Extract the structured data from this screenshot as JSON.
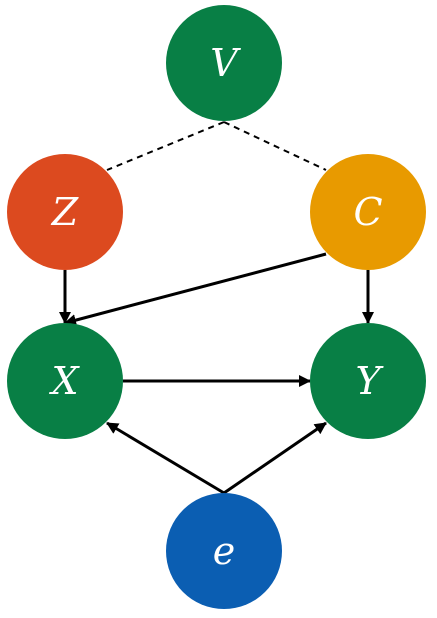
{
  "nodes": {
    "v": {
      "label": "V",
      "color": "#087f45"
    },
    "z": {
      "label": "Z",
      "color": "#dc4a1f"
    },
    "c": {
      "label": "C",
      "color": "#e89a00"
    },
    "x": {
      "label": "X",
      "color": "#087f45"
    },
    "y": {
      "label": "Y",
      "color": "#087f45"
    },
    "e": {
      "label": "e",
      "color": "#0b5eb2"
    }
  },
  "edges": [
    {
      "from": "v",
      "to": "z",
      "style": "dashed",
      "arrow": false
    },
    {
      "from": "v",
      "to": "c",
      "style": "dashed",
      "arrow": false
    },
    {
      "from": "z",
      "to": "x",
      "style": "solid",
      "arrow": true
    },
    {
      "from": "c",
      "to": "x",
      "style": "solid",
      "arrow": true
    },
    {
      "from": "c",
      "to": "y",
      "style": "solid",
      "arrow": true
    },
    {
      "from": "x",
      "to": "y",
      "style": "solid",
      "arrow": true
    },
    {
      "from": "e",
      "to": "x",
      "style": "solid",
      "arrow": true
    },
    {
      "from": "e",
      "to": "y",
      "style": "solid",
      "arrow": true
    }
  ],
  "colors": {
    "edge": "#000000"
  }
}
